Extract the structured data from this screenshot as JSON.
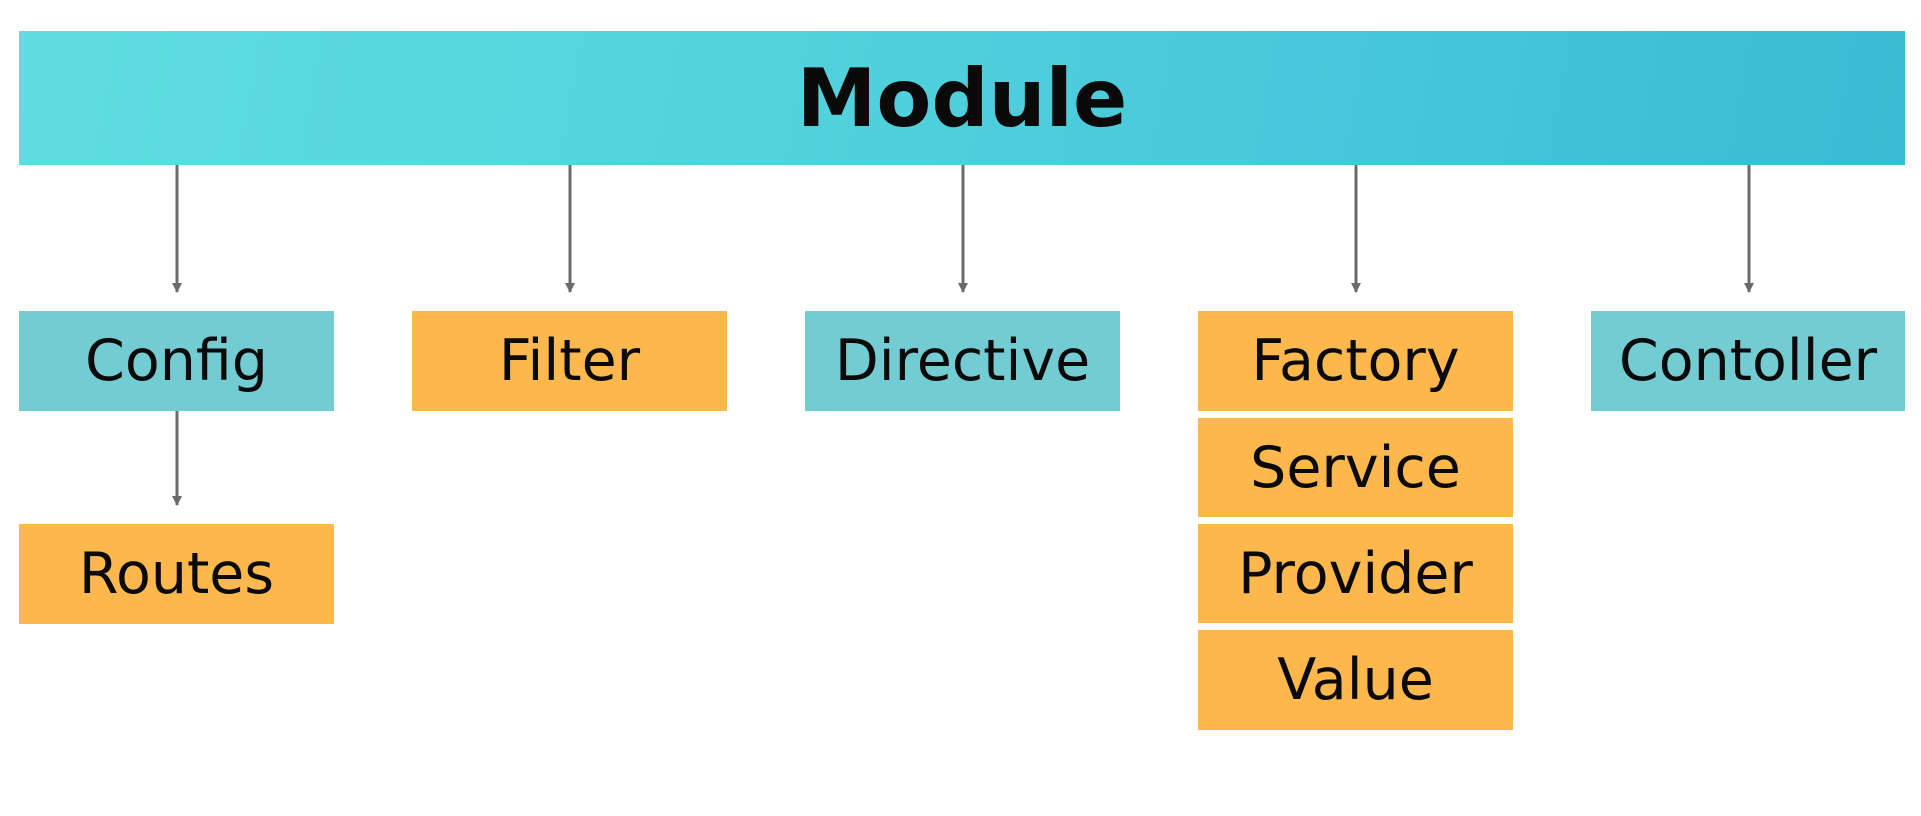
{
  "module": {
    "label": "Module"
  },
  "nodes": {
    "config": "Config",
    "filter": "Filter",
    "directive": "Directive",
    "factory": "Factory",
    "service": "Service",
    "provider": "Provider",
    "value": "Value",
    "controller": "Contoller",
    "routes": "Routes"
  },
  "colors": {
    "module_gradient_start": "#5fdde0",
    "module_gradient_end": "#3bbbd5",
    "teal_box": "#74ccd3",
    "orange_box": "#fcb74d",
    "connector": "#6b6b6b"
  },
  "edges": [
    {
      "from": "module",
      "to": "config"
    },
    {
      "from": "module",
      "to": "filter"
    },
    {
      "from": "module",
      "to": "directive"
    },
    {
      "from": "module",
      "to": "factory"
    },
    {
      "from": "module",
      "to": "controller"
    },
    {
      "from": "config",
      "to": "routes"
    }
  ]
}
